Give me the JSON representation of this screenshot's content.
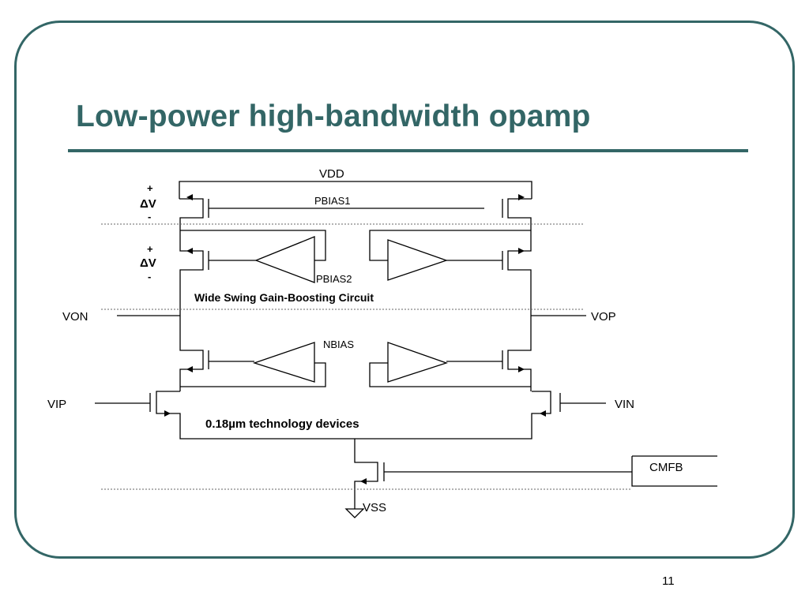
{
  "slide": {
    "title": "Low-power high-bandwidth opamp",
    "page_number": "11"
  },
  "diagram": {
    "labels": {
      "vdd": "VDD",
      "pbias1": "PBIAS1",
      "pbias2": "PBIAS2",
      "nbias": "NBIAS",
      "von": "VON",
      "vop": "VOP",
      "vip": "VIP",
      "vin": "VIN",
      "vss": "VSS",
      "cmfb": "CMFB",
      "gain_boost_caption": "Wide Swing Gain-Boosting Circuit",
      "technology_caption": "0.18µm technology devices"
    },
    "delta_v": {
      "plus": "+",
      "symbol": "ΔV",
      "minus": "-"
    }
  }
}
